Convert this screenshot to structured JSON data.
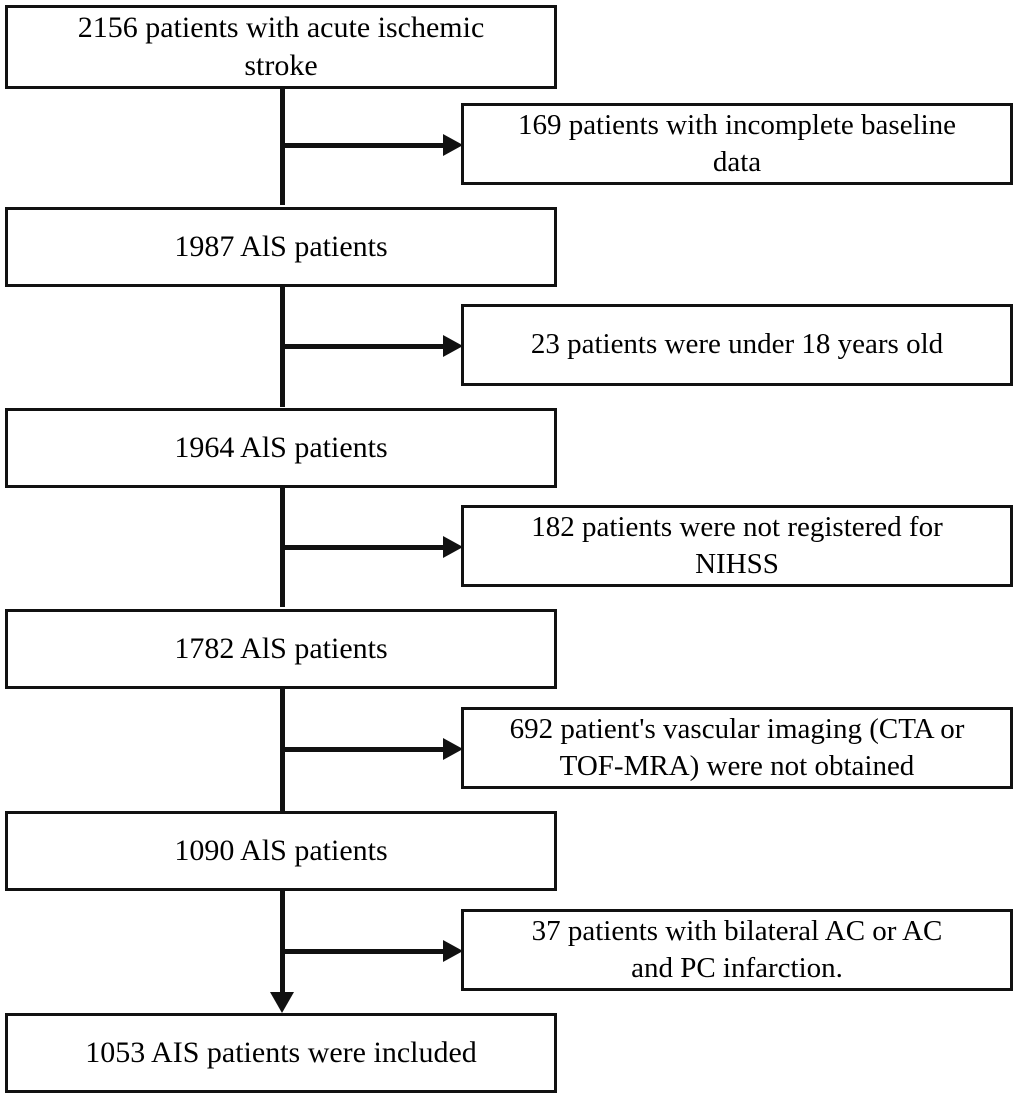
{
  "diagram": {
    "type": "patient-selection-flowchart",
    "title": "",
    "main_nodes": [
      {
        "id": "n1",
        "label": "2156 patients with acute ischemic\nstroke",
        "count": 2156
      },
      {
        "id": "n2",
        "label": "1987 AlS patients",
        "count": 1987
      },
      {
        "id": "n3",
        "label": "1964 AlS patients",
        "count": 1964
      },
      {
        "id": "n4",
        "label": "1782 AlS patients",
        "count": 1782
      },
      {
        "id": "n5",
        "label": "1090 AlS patients",
        "count": 1090
      },
      {
        "id": "n6",
        "label": "1053 AIS patients were included",
        "count": 1053
      }
    ],
    "exclusion_nodes": [
      {
        "id": "e1",
        "label": "169 patients with incomplete baseline\ndata",
        "count": 169
      },
      {
        "id": "e2",
        "label": "23 patients were under 18 years old",
        "count": 23
      },
      {
        "id": "e3",
        "label": "182 patients were not registered for\nNIHSS",
        "count": 182
      },
      {
        "id": "e4",
        "label": "692 patient's vascular imaging  (CTA or\nTOF-MRA) were not obtained",
        "count": 692
      },
      {
        "id": "e5",
        "label": "37 patients with bilateral  AC or AC\nand PC infarction.",
        "count": 37
      }
    ],
    "colors": {
      "stroke": "#111111",
      "fill": "#ffffff",
      "text": "#000000"
    },
    "connectors": {
      "trunk_name": "vertical-trunk",
      "branch_name": "exclusion-branch-arrow",
      "terminal_name": "terminal-down-arrow"
    }
  }
}
